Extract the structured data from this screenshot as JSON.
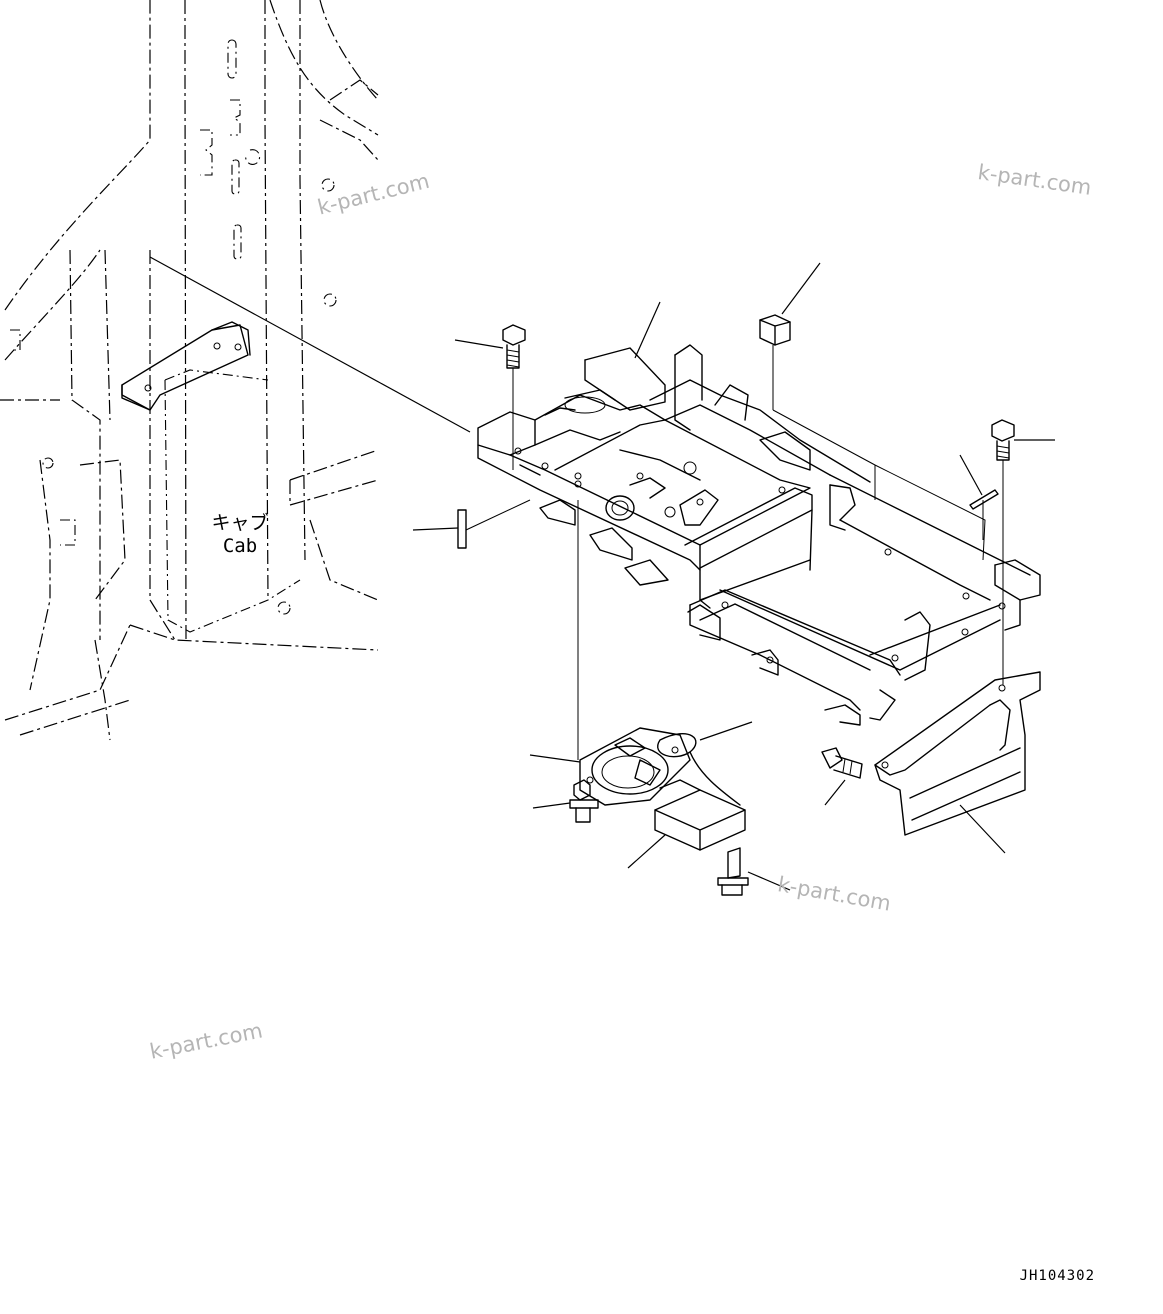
{
  "cab_label": {
    "jp": "キャブ",
    "en": "Cab"
  },
  "watermarks": [
    "k-part.com",
    "k-part.com",
    "k-part.com",
    "k-part.com"
  ],
  "drawing_code": "JH104302"
}
